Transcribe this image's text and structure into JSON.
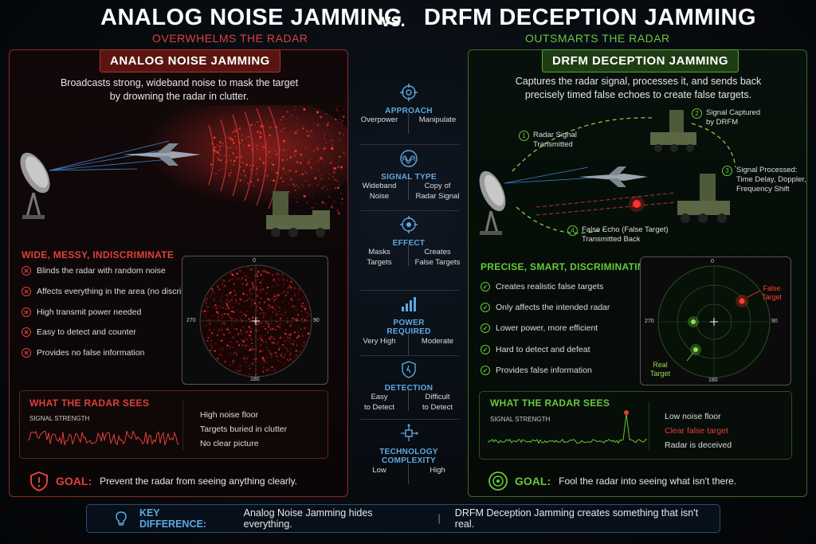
{
  "header": {
    "title_left": "ANALOG NOISE JAMMING",
    "vs": "vs.",
    "title_right": "DRFM DECEPTION JAMMING",
    "subtitle_left": "OVERWHELMS THE RADAR",
    "subtitle_right": "OUTSMARTS THE RADAR"
  },
  "colors": {
    "analog_accent": "#e0403a",
    "drfm_accent": "#66c93a",
    "center_accent": "#5fa8e0"
  },
  "analog": {
    "heading": "ANALOG NOISE JAMMING",
    "description_line1": "Broadcasts strong, wideband noise to mask the target",
    "description_line2": "by drowning the radar in clutter.",
    "traits_title": "WIDE, MESSY, INDISCRIMINATE",
    "traits": [
      "Blinds the radar with random noise",
      "Affects everything in the area (no discrimination)",
      "High transmit power needed",
      "Easy to detect and counter",
      "Provides no false information"
    ],
    "scope_labels": {
      "top": "0",
      "right": "90",
      "bottom": "180",
      "left": "270"
    },
    "sees_title": "WHAT THE RADAR SEES",
    "signal_label": "SIGNAL STRENGTH",
    "sees_items": [
      "High noise floor",
      "Targets buried in clutter",
      "No clear picture"
    ],
    "goal_label": "GOAL:",
    "goal_text": "Prevent the radar from seeing anything clearly."
  },
  "drfm": {
    "heading": "DRFM DECEPTION JAMMING",
    "description_line1": "Captures the radar signal, processes it, and sends back",
    "description_line2": "precisely timed false echoes to create false targets.",
    "steps": [
      {
        "num": "1",
        "line1": "Radar Signal",
        "line2": "Transmitted"
      },
      {
        "num": "2",
        "line1": "Signal Captured",
        "line2": "by DRFM"
      },
      {
        "num": "3",
        "line1": "Signal Processed:",
        "line2": "Time Delay, Doppler,",
        "line3": "Frequency Shift"
      },
      {
        "num": "4",
        "line1": "False Echo (False Target)",
        "line2": "Transmitted Back"
      }
    ],
    "traits_title": "PRECISE, SMART, DISCRIMINATING",
    "traits": [
      "Creates realistic false targets",
      "Only affects the intended radar",
      "Lower power, more efficient",
      "Hard to detect and defeat",
      "Provides false information"
    ],
    "scope_labels": {
      "top": "0",
      "right": "90",
      "bottom": "180",
      "left": "270"
    },
    "false_target_line1": "False",
    "false_target_line2": "Target",
    "real_target_line1": "Real",
    "real_target_line2": "Target",
    "sees_title": "WHAT THE RADAR SEES",
    "signal_label": "SIGNAL STRENGTH",
    "sees_items": [
      "Low noise floor",
      "Clear false target",
      "Radar is deceived"
    ],
    "goal_label": "GOAL:",
    "goal_text": "Fool the radar into seeing what isn't there."
  },
  "comparison": [
    {
      "icon": "crosshair-icon",
      "title": "APPROACH",
      "left": [
        "Overpower"
      ],
      "right": [
        "Manipulate"
      ]
    },
    {
      "icon": "signal-wave-icon",
      "title": "SIGNAL TYPE",
      "left": [
        "Wideband",
        "Noise"
      ],
      "right": [
        "Copy of",
        "Radar Signal"
      ]
    },
    {
      "icon": "target-icon",
      "title": "EFFECT",
      "left": [
        "Masks",
        "Targets"
      ],
      "right": [
        "Creates",
        "False Targets"
      ]
    },
    {
      "icon": "power-bars-icon",
      "title": "POWER",
      "title2": "REQUIRED",
      "left": [
        "Very High"
      ],
      "right": [
        "Moderate"
      ]
    },
    {
      "icon": "shield-icon",
      "title": "DETECTION",
      "left": [
        "Easy",
        "to Detect"
      ],
      "right": [
        "Difficult",
        "to Detect"
      ]
    },
    {
      "icon": "circuit-icon",
      "title": "TECHNOLOGY",
      "title2": "COMPLEXITY",
      "left": [
        "Low"
      ],
      "right": [
        "High"
      ]
    }
  ],
  "key_difference": {
    "label": "KEY DIFFERENCE:",
    "left_text": "Analog Noise Jamming hides everything.",
    "separator": "|",
    "right_text": "DRFM Deception Jamming creates something that isn't real."
  }
}
